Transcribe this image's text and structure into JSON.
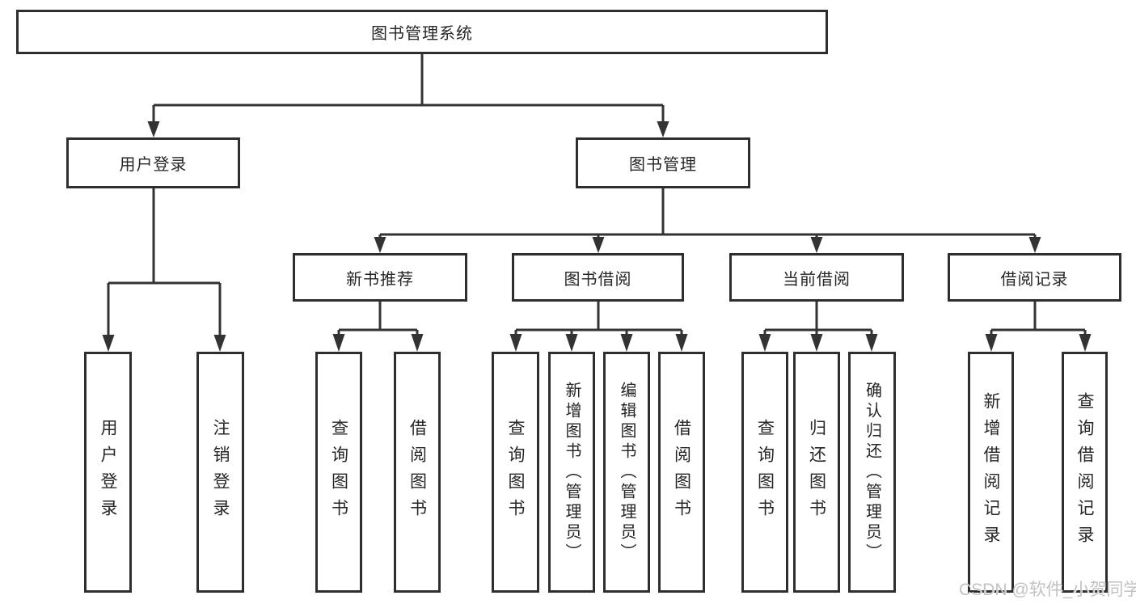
{
  "meta": {
    "watermark": "CSDN @软件_小贺同学"
  },
  "colors": {
    "background": "#ffffff",
    "box_border": "#2e2e2e",
    "connector_line": "#333333",
    "text": "#262626",
    "watermark": "#c2c2c2"
  },
  "nodes": {
    "root": {
      "label": "图书管理系统"
    },
    "user_login": {
      "label": "用户登录"
    },
    "book_mgmt": {
      "label": "图书管理"
    },
    "new_book_rec": {
      "label": "新书推荐"
    },
    "book_borrow": {
      "label": "图书借阅"
    },
    "current_borrow": {
      "label": "当前借阅"
    },
    "borrow_records": {
      "label": "借阅记录"
    },
    "leaf_user_login": {
      "label": "用户登录"
    },
    "leaf_logout": {
      "label": "注销登录"
    },
    "leaf_rec_query": {
      "label": "查询图书"
    },
    "leaf_rec_borrow": {
      "label": "借阅图书"
    },
    "leaf_bb_query": {
      "label": "查询图书"
    },
    "leaf_bb_add": {
      "label": "新增图书（管理员）"
    },
    "leaf_bb_edit": {
      "label": "编辑图书（管理员）"
    },
    "leaf_bb_borrow": {
      "label": "借阅图书"
    },
    "leaf_cb_query": {
      "label": "查询图书"
    },
    "leaf_cb_return": {
      "label": "归还图书"
    },
    "leaf_cb_confirm": {
      "label": "确认归还（管理员）"
    },
    "leaf_br_add": {
      "label": "新增借阅记录"
    },
    "leaf_br_query": {
      "label": "查询借阅记录"
    }
  }
}
